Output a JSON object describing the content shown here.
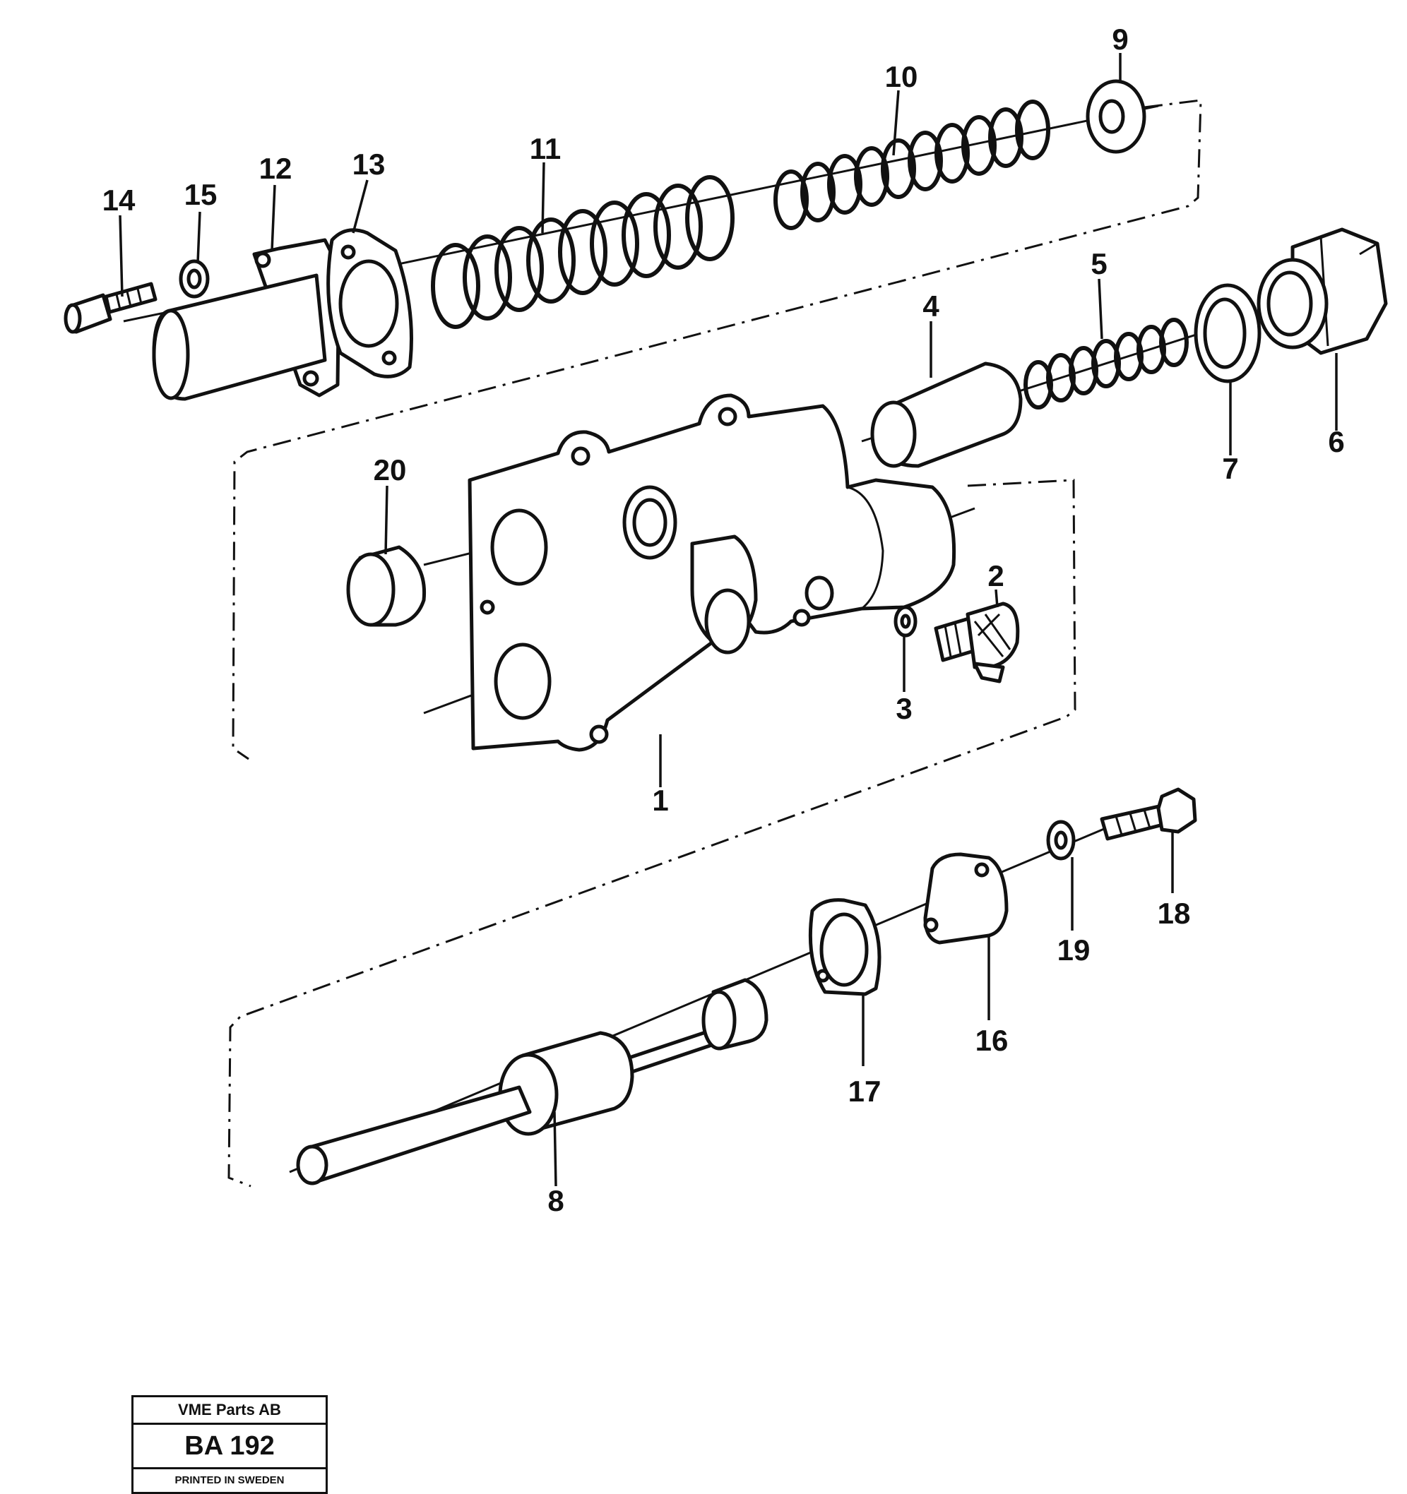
{
  "callouts": [
    {
      "num": "1"
    },
    {
      "num": "2"
    },
    {
      "num": "3"
    },
    {
      "num": "4"
    },
    {
      "num": "5"
    },
    {
      "num": "6"
    },
    {
      "num": "7"
    },
    {
      "num": "8"
    },
    {
      "num": "9"
    },
    {
      "num": "10"
    },
    {
      "num": "11"
    },
    {
      "num": "12"
    },
    {
      "num": "13"
    },
    {
      "num": "14"
    },
    {
      "num": "15"
    },
    {
      "num": "16"
    },
    {
      "num": "17"
    },
    {
      "num": "18"
    },
    {
      "num": "19"
    },
    {
      "num": "20"
    }
  ],
  "title_block": {
    "company": "VME Parts AB",
    "code": "BA 192",
    "printed": "PRINTED IN SWEDEN"
  }
}
